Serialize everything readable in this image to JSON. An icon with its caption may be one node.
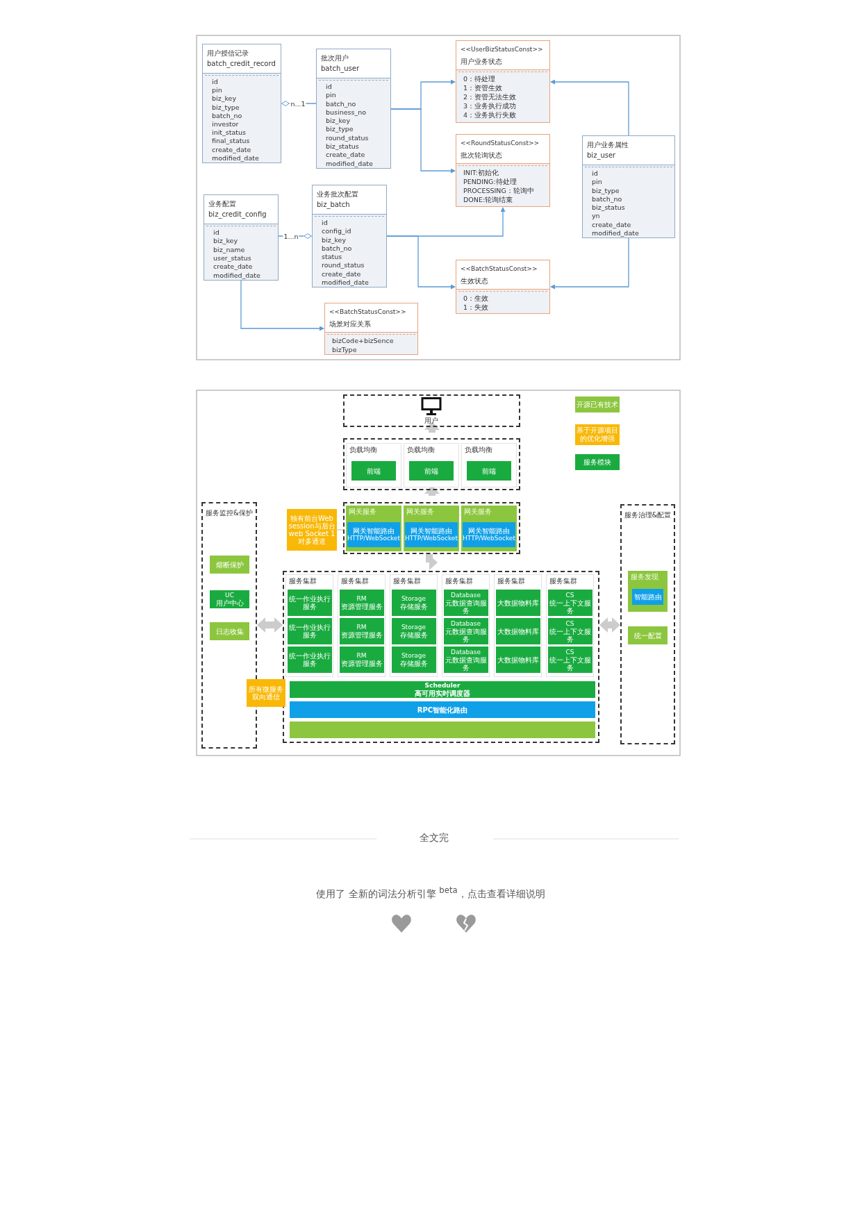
{
  "diagram": {
    "nodes": [
      {
        "text": [
          "用户授信记录",
          "batch_credit_record",
          "id",
          "pin",
          "biz_key",
          "biz_type",
          "batch_no",
          "investor",
          "init_status",
          "final_status",
          "create_date",
          "modified_date"
        ]
      },
      {
        "text": [
          "批次用户",
          "batch_user",
          "id",
          "pin",
          "batch_no",
          "business_no",
          "biz_key",
          "biz_type",
          "round_status",
          "biz_status",
          "create_date",
          "modified_date"
        ]
      },
      {
        "text": [
          "<<UserBizStatusConst>>",
          "用户业务状态",
          "0：待处理",
          "1：资管生效",
          "2：资管无法生效",
          "3：业务执行成功",
          "4：业务执行失败"
        ]
      },
      {
        "text": [
          "<<RoundStatusConst>>",
          "批次轮询状态",
          "INIT:初始化",
          "PENDING:待处理",
          "PROCESSING：轮询中",
          "DONE:轮询结束"
        ]
      },
      {
        "text": [
          "用户业务属性",
          "biz_user",
          "id",
          "pin",
          "biz_type",
          "batch_no",
          "biz_status",
          "yn",
          "create_date",
          "modified_date"
        ]
      },
      {
        "text": [
          "业务配置",
          "biz_credit_config",
          "id",
          "biz_key",
          "biz_name",
          "user_status",
          "create_date",
          "modified_date"
        ]
      },
      {
        "text": [
          "业务批次配置",
          "biz_batch",
          "id",
          "config_id",
          "biz_key",
          "batch_no",
          "status",
          "round_status",
          "create_date",
          "modified_date"
        ]
      },
      {
        "text": [
          "<<BatchStatusConst>>",
          "生效状态",
          "0：生效",
          "1：失效"
        ]
      },
      {
        "text": [
          "<<BatchStatusConst>>",
          "场景对应关系",
          "bizCode+bizSence",
          "bizType"
        ]
      },
      {
        "text": [
          "用户"
        ]
      },
      {
        "text": [],
        "shape": "box"
      },
      {
        "text": [
          "负载均衡"
        ],
        "in": 10
      },
      {
        "text": [
          "前端"
        ],
        "in": 11
      },
      {
        "text": [
          "负载均衡"
        ],
        "in": 10
      },
      {
        "text": [
          "前端"
        ],
        "in": 13
      },
      {
        "text": [
          "负载均衡"
        ],
        "in": 10
      },
      {
        "text": [
          "前端"
        ],
        "in": 15
      },
      {
        "text": [
          "独有前台Web session与后台web Socket 1对多通道"
        ]
      },
      {
        "text": [],
        "shape": "box"
      },
      {
        "text": [
          "网关服务"
        ],
        "in": 18
      },
      {
        "text": [
          "网关智能路由",
          "HTTP/WebSocket"
        ],
        "in": 19
      },
      {
        "text": [
          "网关服务"
        ],
        "in": 18
      },
      {
        "text": [
          "网关智能路由",
          "HTTP/WebSocket"
        ],
        "in": 21
      },
      {
        "text": [
          "网关服务"
        ],
        "in": 18
      },
      {
        "text": [
          "网关智能路由",
          "HTTP/WebSocket"
        ],
        "in": 23
      },
      {
        "text": [
          "服务监控&保护"
        ]
      },
      {
        "text": [
          "熔断保护"
        ],
        "in": 25
      },
      {
        "text": [
          "UC",
          "用户中心"
        ],
        "in": 25
      },
      {
        "text": [
          "日志收集"
        ],
        "in": 25
      },
      {
        "text": [],
        "shape": "box"
      },
      {
        "text": [
          "服务集群"
        ],
        "in": 29
      },
      {
        "text": [
          "统一作业执行服务"
        ],
        "in": 30
      },
      {
        "text": [
          "统一作业执行服务"
        ],
        "in": 30
      },
      {
        "text": [
          "统一作业执行服务"
        ],
        "in": 30
      },
      {
        "text": [
          "服务集群"
        ],
        "in": 29
      },
      {
        "text": [
          "RM",
          "资源管理服务"
        ],
        "in": 34
      },
      {
        "text": [
          "RM",
          "资源管理服务"
        ],
        "in": 34
      },
      {
        "text": [
          "RM",
          "资源管理服务"
        ],
        "in": 34
      },
      {
        "text": [
          "服务集群"
        ],
        "in": 29
      },
      {
        "text": [
          "Storage",
          "存储服务"
        ],
        "in": 38
      },
      {
        "text": [
          "Storage",
          "存储服务"
        ],
        "in": 38
      },
      {
        "text": [
          "Storage",
          "存储服务"
        ],
        "in": 38
      },
      {
        "text": [
          "服务集群"
        ],
        "in": 29
      },
      {
        "text": [
          "Database",
          "元数据查询服务"
        ],
        "in": 42
      },
      {
        "text": [
          "Database",
          "元数据查询服务"
        ],
        "in": 42
      },
      {
        "text": [
          "Database",
          "元数据查询服务"
        ],
        "in": 42
      },
      {
        "text": [
          "服务集群"
        ],
        "in": 29
      },
      {
        "text": [
          "大数据物料库"
        ],
        "in": 46
      },
      {
        "text": [
          "大数据物料库"
        ],
        "in": 46
      },
      {
        "text": [
          "大数据物料库"
        ],
        "in": 46
      },
      {
        "text": [
          "服务集群"
        ],
        "in": 29
      },
      {
        "text": [
          "CS",
          "统一上下文服务"
        ],
        "in": 50
      },
      {
        "text": [
          "CS",
          "统一上下文服务"
        ],
        "in": 50
      },
      {
        "text": [
          "CS",
          "统一上下文服务"
        ],
        "in": 50
      },
      {
        "text": [
          "Scheduler",
          "高可用实时调度器"
        ],
        "in": 29
      },
      {
        "text": [
          "RPC智能化路由"
        ],
        "in": 29
      },
      {
        "text": [],
        "shape": "bar",
        "in": 29
      },
      {
        "text": [
          "所有微服务双向通信"
        ]
      },
      {
        "text": [
          "服务治理&配置"
        ]
      },
      {
        "text": [
          "服务发现"
        ],
        "in": 58
      },
      {
        "text": [
          "智能路由"
        ],
        "in": 59
      },
      {
        "text": [
          "统一配置"
        ],
        "in": 58
      }
    ],
    "edges": [
      {
        "from": 1,
        "to": 0,
        "arrow": "other",
        "label": "n...1"
      },
      {
        "from": 1,
        "to": 2,
        "arrow": "to"
      },
      {
        "from": 1,
        "to": 3,
        "arrow": "to"
      },
      {
        "from": 5,
        "to": 6,
        "arrow": "other",
        "label": "1...n"
      },
      {
        "from": 6,
        "to": 3,
        "arrow": "to"
      },
      {
        "from": 6,
        "to": 7,
        "arrow": "to"
      },
      {
        "from": 4,
        "to": 2,
        "arrow": "to"
      },
      {
        "from": 4,
        "to": 7,
        "arrow": "to"
      },
      {
        "from": 5,
        "to": 8,
        "arrow": "to"
      },
      {
        "from": 9,
        "to": 10,
        "arrow": "to",
        "style": "thick",
        "color": "#cccccc"
      },
      {
        "from": 10,
        "to": 18,
        "arrow": "to",
        "style": "thick",
        "color": "#cccccc"
      },
      {
        "from": 18,
        "to": 29,
        "arrow": "to",
        "style": "thick",
        "color": "#cccccc"
      },
      {
        "from": 25,
        "to": 29,
        "arrow": "both",
        "style": "thick",
        "color": "#cccccc"
      },
      {
        "from": 29,
        "to": 58,
        "arrow": "both",
        "style": "thick",
        "color": "#cccccc"
      },
      {
        "from": 17,
        "to": 18,
        "arrow": "none",
        "color": "#cccccc"
      }
    ],
    "labels": [
      "全文完",
      "使用了 全新的词法分析引擎 $^{beta}$，点击查看详细说明"
    ],
    "legend": [
      {
        "text": "开源已有技术",
        "color": "#8cc63f"
      },
      {
        "text": "基于开源项目的优化增强",
        "color": "#f9b807"
      },
      {
        "text": "服务模块",
        "color": "#1aab40"
      }
    ]
  }
}
